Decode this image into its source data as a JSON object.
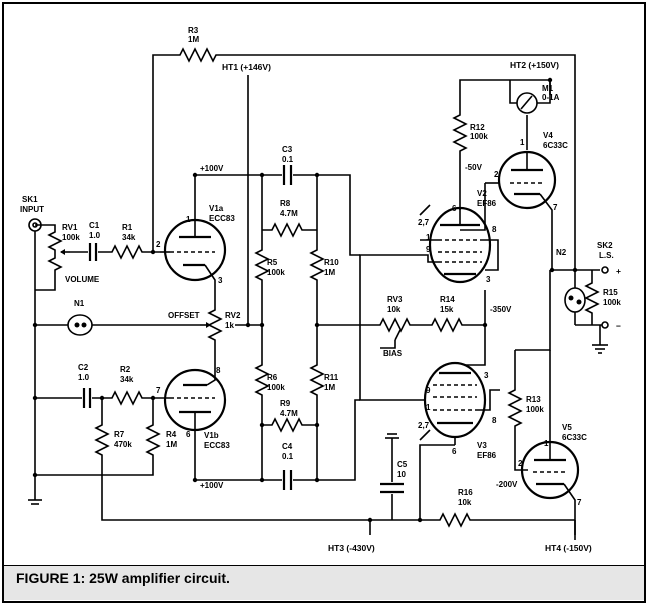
{
  "caption": "FIGURE 1: 25W amplifier circuit.",
  "labels": {
    "r3": "R3",
    "r3v": "1M",
    "ht1": "HT1 (+146V)",
    "ht2": "HT2 (+150V)",
    "m1": "M1",
    "m1v": "0-1A",
    "r12": "R12",
    "r12v": "100k",
    "v4": "V4",
    "v4t": "6C33C",
    "m50": "-50V",
    "v2": "V2",
    "v2t": "EF86",
    "c3": "C3",
    "c3v": "0.1",
    "p100a": "+100V",
    "r8": "R8",
    "r8v": "4.7M",
    "v1a": "V1a",
    "v1at": "ECC83",
    "sk1": "SK1",
    "sk1t": "INPUT",
    "rv1": "RV1",
    "rv1v": "100k",
    "c1": "C1",
    "c1v": "1.0",
    "r1": "R1",
    "r1v": "34k",
    "volume": "VOLUME",
    "r5": "R5",
    "r5v": "100k",
    "r10": "R10",
    "r10v": "1M",
    "n2": "N2",
    "sk2": "SK2",
    "sk2t": "L.S.",
    "r15": "R15",
    "r15v": "100k",
    "n1": "N1",
    "offset": "OFFSET",
    "rv2": "RV2",
    "rv2v": "1k",
    "rv3": "RV3",
    "rv3v": "10k",
    "r14": "R14",
    "r14v": "15k",
    "m350": "-350V",
    "bias": "BIAS",
    "c2": "C2",
    "c2v": "1.0",
    "r2": "R2",
    "r2v": "34k",
    "r6": "R6",
    "r6v": "100k",
    "r11": "R11",
    "r11v": "1M",
    "r13": "R13",
    "r13v": "100k",
    "v3": "V3",
    "v3t": "EF86",
    "r7": "R7",
    "r7v": "470k",
    "r4": "R4",
    "r4v": "1M",
    "v1b": "V1b",
    "v1bt": "ECC83",
    "r9": "R9",
    "r9v": "4.7M",
    "c4": "C4",
    "c4v": "0.1",
    "p100b": "+100V",
    "c5": "C5",
    "c5v": "10",
    "v5": "V5",
    "v5t": "6C33C",
    "m200": "-200V",
    "r16": "R16",
    "r16v": "10k",
    "ht3": "HT3 (-430V)",
    "ht4": "HT4 (-150V)",
    "plus": "+",
    "minus": "−",
    "p1": "1",
    "p2": "2",
    "p3": "3",
    "p6": "6",
    "p7": "7",
    "p8": "8",
    "p9": "9",
    "p27": "2,7"
  }
}
